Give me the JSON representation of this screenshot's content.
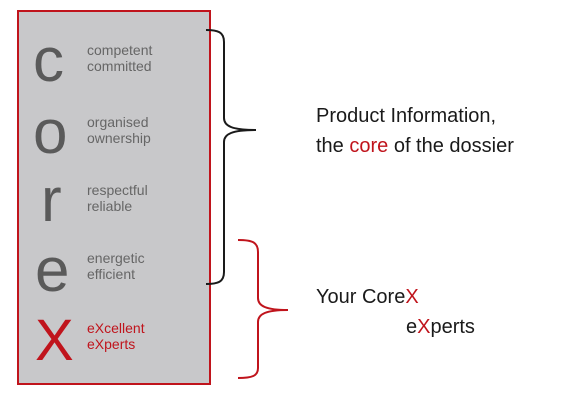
{
  "panel": {
    "rows": [
      {
        "letter": "c",
        "line1": "competent",
        "line2": "committed"
      },
      {
        "letter": "o",
        "line1": "organised",
        "line2": "ownership"
      },
      {
        "letter": "r",
        "line1": "respectful",
        "line2": "reliable"
      },
      {
        "letter": "e",
        "line1": "energetic",
        "line2": "efficient"
      },
      {
        "letter": "X",
        "line1": "eXcellent",
        "line2": "eXperts"
      }
    ]
  },
  "info": {
    "line1": "Product Information,",
    "line2_before": "the ",
    "line2_accent": "core",
    "line2_after": " of the dossier"
  },
  "experts": {
    "line1_before": "Your Core",
    "line1_accent": "X",
    "line2_before": "e",
    "line2_accent": "X",
    "line2_after": "perts"
  },
  "colors": {
    "accent": "#c0141c",
    "panel": "#c8c8ca",
    "letter": "#5a5a5a",
    "bracket": "#1a1a1a"
  }
}
